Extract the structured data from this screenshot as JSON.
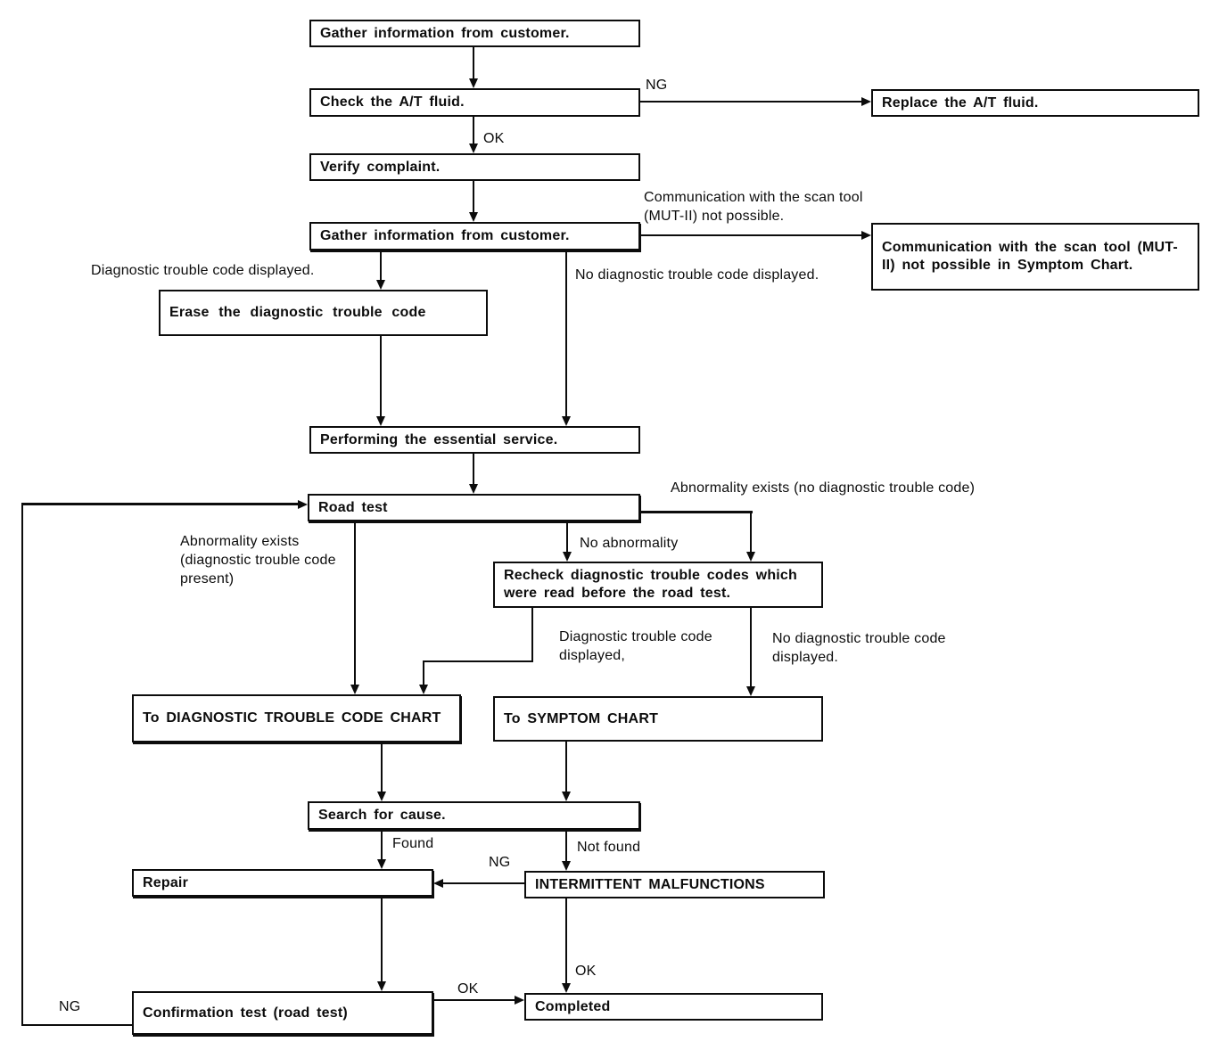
{
  "colors": {
    "ink": "#0c0c0c",
    "paper": "#ffffff"
  },
  "nodes": {
    "gather1": {
      "label": "Gather information from customer."
    },
    "check_fluid": {
      "label": "Check the A/T fluid."
    },
    "replace_fluid": {
      "label": "Replace the A/T fluid."
    },
    "verify": {
      "label": "Verify complaint."
    },
    "gather2": {
      "label": "Gather information from customer."
    },
    "comm_symptom": {
      "label": "Communication with the scan tool (MUT-II) not possible in Symptom Chart."
    },
    "erase": {
      "label": "Erase the diagnostic trouble code"
    },
    "essential": {
      "label": "Performing the essential service."
    },
    "road_test": {
      "label": "Road test"
    },
    "recheck": {
      "label": "Recheck diagnostic trouble codes which were read before the road test."
    },
    "dtc_chart": {
      "label": "To DIAGNOSTIC TROUBLE CODE CHART"
    },
    "symptom_chart": {
      "label": "To SYMPTOM CHART"
    },
    "search": {
      "label": "Search for cause."
    },
    "repair": {
      "label": "Repair"
    },
    "intermittent": {
      "label": "INTERMITTENT MALFUNCTIONS"
    },
    "confirmation": {
      "label": "Confirmation test (road test)"
    },
    "completed": {
      "label": "Completed"
    }
  },
  "edge_labels": {
    "ng_fluid": "NG",
    "ok_fluid": "OK",
    "comm_not_possible": "Communication with the scan tool (MUT-II) not possible.",
    "dtc_displayed": "Diagnostic trouble code displayed.",
    "no_dtc_displayed": "No diagnostic trouble code displayed.",
    "abnormality_no_dtc": "Abnormality exists (no diagnostic trouble code)",
    "abnormality_dtc": "Abnormality exists (diagnostic trouble code present)",
    "no_abnormality": "No abnormality",
    "dtc_displayed_2": "Diagnostic trouble code displayed,",
    "no_dtc_displayed_2": "No diagnostic trouble code displayed.",
    "found": "Found",
    "not_found": "Not found",
    "ng_intermittent": "NG",
    "ok_completed": "OK",
    "ok_confirmation": "OK",
    "ng_road_loop": "NG"
  }
}
